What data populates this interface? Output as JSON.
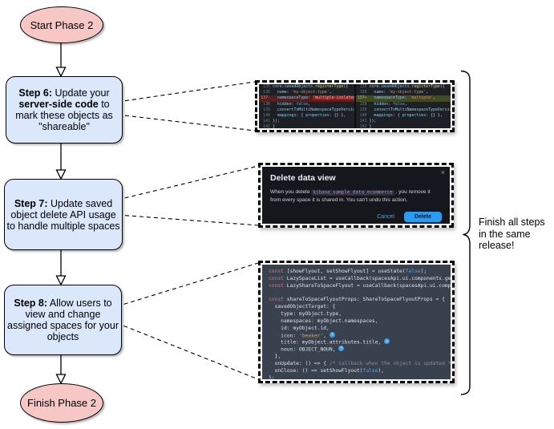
{
  "flowchart": {
    "start_label": "Start Phase 2",
    "finish_label": "Finish Phase 2",
    "steps": [
      {
        "label": "Step 6:",
        "pre": " Update your ",
        "emph": "server-side code",
        "post": " to mark these objects as \"shareable\""
      },
      {
        "label": "Step 7:",
        "pre": " Update saved object delete API usage to handle multiple spaces",
        "emph": "",
        "post": ""
      },
      {
        "label": "Step 8:",
        "pre": " Allow users to view and change assigned spaces for your objects",
        "emph": "",
        "post": ""
      }
    ],
    "annotation": "Finish all steps in the same release!"
  },
  "diff_screenshot": {
    "left_rows": [
      {
        "num": "135",
        "cls": "",
        "segs": [
          [
            "core.savedObjects.",
            "prop"
          ],
          [
            "registerType",
            "fn"
          ],
          [
            "({",
            "plain"
          ]
        ]
      },
      {
        "num": "136",
        "cls": "",
        "segs": [
          [
            "  name: ",
            "prop"
          ],
          [
            "'my-object-type'",
            "str"
          ],
          [
            ",",
            "plain"
          ]
        ]
      },
      {
        "num": "137-",
        "cls": "removed",
        "segs": [
          [
            "  namespaceType: ",
            "prop"
          ],
          [
            "'multiple-isolated'",
            "strdel"
          ],
          [
            ",",
            "plain"
          ]
        ]
      },
      {
        "num": "138",
        "cls": "",
        "segs": [
          [
            "  hidden: ",
            "prop"
          ],
          [
            "false",
            "kw"
          ],
          [
            ",",
            "plain"
          ]
        ]
      },
      {
        "num": "139",
        "cls": "",
        "segs": [
          [
            "  convertToMultiNamespaceTypeVersion: ",
            "prop"
          ],
          [
            "'",
            "str"
          ]
        ]
      },
      {
        "num": "140",
        "cls": "",
        "segs": [
          [
            "  mappings: { properties: ",
            "prop"
          ],
          [
            "{} },",
            "plain"
          ]
        ]
      },
      {
        "num": "141",
        "cls": "",
        "segs": [
          [
            "});",
            "plain"
          ]
        ]
      },
      {
        "num": "142",
        "cls": "",
        "segs": [
          [
            "}",
            "plain"
          ]
        ]
      }
    ],
    "right_rows": [
      {
        "num": "135",
        "cls": "",
        "segs": [
          [
            "core.savedObjects.",
            "prop"
          ],
          [
            "registerType",
            "fn"
          ],
          [
            "({",
            "plain"
          ]
        ]
      },
      {
        "num": "136",
        "cls": "",
        "segs": [
          [
            "  name: ",
            "prop"
          ],
          [
            "'my-object-type'",
            "str"
          ],
          [
            ",",
            "plain"
          ]
        ]
      },
      {
        "num": "137+",
        "cls": "added",
        "segs": [
          [
            "  namespaceType: ",
            "prop"
          ],
          [
            "'multiple'",
            "str"
          ],
          [
            ",",
            "plain"
          ]
        ]
      },
      {
        "num": "138",
        "cls": "",
        "segs": [
          [
            "  hidden: ",
            "prop"
          ],
          [
            "false",
            "kw"
          ],
          [
            ",",
            "plain"
          ]
        ]
      },
      {
        "num": "139",
        "cls": "",
        "segs": [
          [
            "  convertToMultiNamespaceTypeVersion: ",
            "prop"
          ],
          [
            "'",
            "str"
          ]
        ]
      },
      {
        "num": "140",
        "cls": "",
        "segs": [
          [
            "  mappings: { properties: ",
            "prop"
          ],
          [
            "{} },",
            "plain"
          ]
        ]
      },
      {
        "num": "141",
        "cls": "",
        "segs": [
          [
            "});",
            "plain"
          ]
        ]
      },
      {
        "num": "142",
        "cls": "",
        "segs": [
          [
            "}",
            "plain"
          ]
        ]
      }
    ]
  },
  "modal_screenshot": {
    "title": "Delete data view",
    "close_glyph": "×",
    "body_pre": "When you delete ",
    "code": "kibana_sample_data_ecommerce",
    "body_post": " , you remove it from every space it is shared in. You can't undo this action.",
    "cancel_label": "Cancel",
    "delete_label": "Delete"
  },
  "code_screenshot": {
    "rows": [
      {
        "cls": "",
        "segs": [
          [
            "const",
            "kw"
          ],
          [
            " [showFlyout, setShowFlyout] = useState(",
            "plain"
          ],
          [
            "false",
            "blue"
          ],
          [
            ");",
            "plain"
          ]
        ]
      },
      {
        "cls": "",
        "segs": [
          [
            "const",
            "kw"
          ],
          [
            " LazySpaceList = useCallback(spacesApi.ui.components.getSpaceLis",
            "plain"
          ]
        ]
      },
      {
        "cls": "",
        "segs": [
          [
            "const",
            "kw"
          ],
          [
            " LazyShareToSpaceFlyout = useCallback(spacesApi.ui.components.ge",
            "plain"
          ]
        ]
      },
      {
        "cls": "",
        "segs": []
      },
      {
        "cls": "",
        "segs": [
          [
            "const",
            "kw"
          ],
          [
            " shareToSpaceFlyoutProps: ShareToSpaceFlyoutProps = {",
            "plain"
          ]
        ]
      },
      {
        "cls": "",
        "segs": [
          [
            "  savedObjectTarget: {",
            "plain"
          ]
        ]
      },
      {
        "cls": "",
        "segs": [
          [
            "    type: myObject.type,",
            "plain"
          ]
        ]
      },
      {
        "cls": "",
        "segs": [
          [
            "    namespaces: myObject.namespaces,",
            "plain"
          ]
        ]
      },
      {
        "cls": "",
        "segs": [
          [
            "    id: myObject.id,",
            "plain"
          ]
        ]
      },
      {
        "cls": "",
        "segs": [
          [
            "    icon: ",
            "plain"
          ],
          [
            "'beaker'",
            "str"
          ],
          [
            ", ",
            "plain"
          ],
          [
            "1",
            "badge"
          ]
        ]
      },
      {
        "cls": "",
        "segs": [
          [
            "    title: myObject.attributes.title, ",
            "plain"
          ],
          [
            "2",
            "badge"
          ]
        ]
      },
      {
        "cls": "",
        "segs": [
          [
            "    noun: OBJECT_NOUN, ",
            "plain"
          ],
          [
            "3",
            "badge"
          ]
        ]
      },
      {
        "cls": "",
        "segs": [
          [
            "  },",
            "plain"
          ]
        ]
      },
      {
        "cls": "",
        "segs": [
          [
            "  onUpdate: () => { ",
            "plain"
          ],
          [
            "/* callback when the object is updated */",
            "comment"
          ],
          [
            " },",
            "plain"
          ]
        ]
      },
      {
        "cls": "",
        "segs": [
          [
            "  onClose: () => setShowFlyout(",
            "plain"
          ],
          [
            "false",
            "blue"
          ],
          [
            "),",
            "plain"
          ]
        ]
      },
      {
        "cls": "",
        "segs": [
          [
            "};",
            "plain"
          ]
        ]
      }
    ]
  },
  "colors": {
    "node_pink": "#f6c7c5",
    "node_blue": "#dbe8fb",
    "diff_removed_bg": "#53201e",
    "diff_added_bg": "#414a20",
    "accent_blue": "#2d9cf0"
  }
}
